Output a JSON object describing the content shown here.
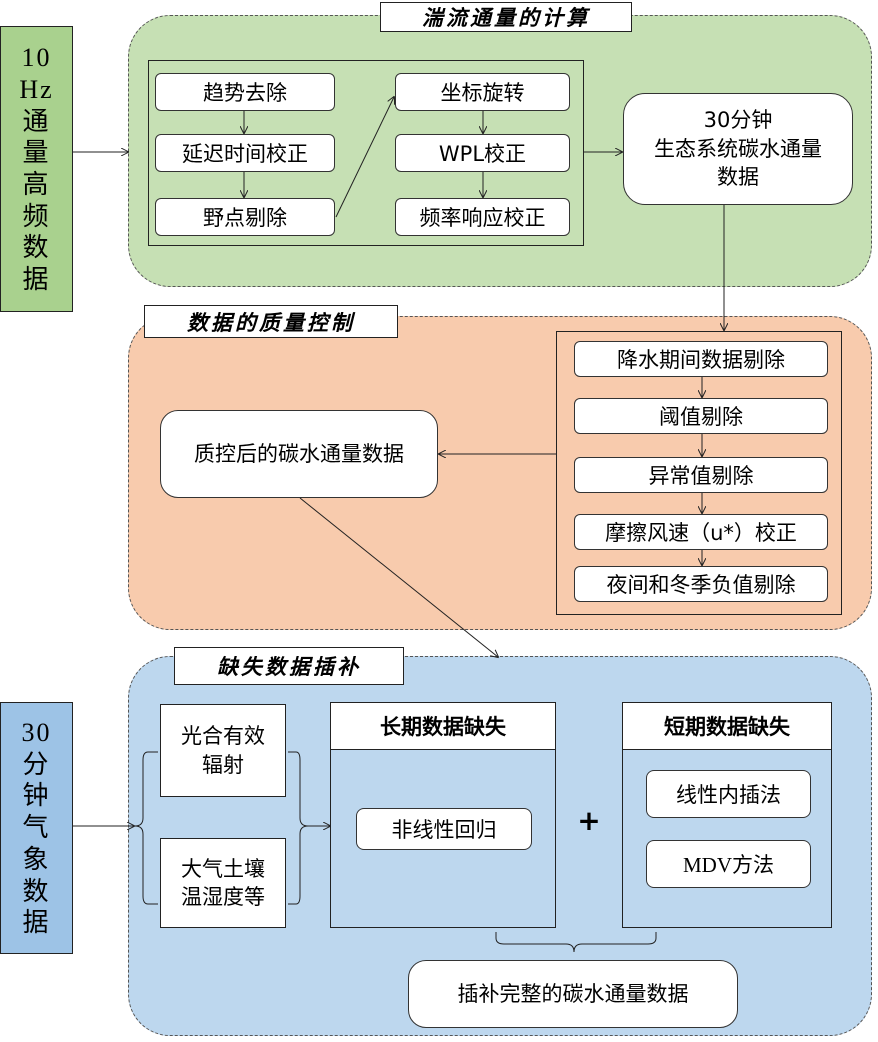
{
  "side_inputs": {
    "hf": [
      "10",
      "Hz",
      "通",
      "量",
      "高",
      "频",
      "数",
      "据"
    ],
    "met": [
      "30",
      "分",
      "钟",
      "气",
      "象",
      "数",
      "据"
    ]
  },
  "section1": {
    "title": "湍流通量的计算",
    "steps_left": [
      "趋势去除",
      "延迟时间校正",
      "野点剔除"
    ],
    "steps_right": [
      "坐标旋转",
      "WPL校正",
      "频率响应校正"
    ],
    "output": "30分钟\n生态系统碳水通量\n数据"
  },
  "section2": {
    "title": "数据的质量控制",
    "steps": [
      "降水期间数据剔除",
      "阈值剔除",
      "异常值剔除",
      "摩擦风速（u*）校正",
      "夜间和冬季负值剔除"
    ],
    "output": "质控后的碳水通量数据"
  },
  "section3": {
    "title": "缺失数据插补",
    "inputs": [
      "光合有效\n辐射",
      "大气土壤\n温湿度等"
    ],
    "long_gap": {
      "title": "长期数据缺失",
      "methods": [
        "非线性回归"
      ]
    },
    "plus": "+",
    "short_gap": {
      "title": "短期数据缺失",
      "methods": [
        "线性内插法",
        "MDV方法"
      ]
    },
    "output": "插补完整的碳水通量数据"
  },
  "colors": {
    "green_panel": "#c6e0b4",
    "orange_panel": "#f8cbad",
    "blue_panel": "#bdd7ee",
    "green_side": "#a9d18e",
    "blue_side": "#9dc3e6"
  }
}
